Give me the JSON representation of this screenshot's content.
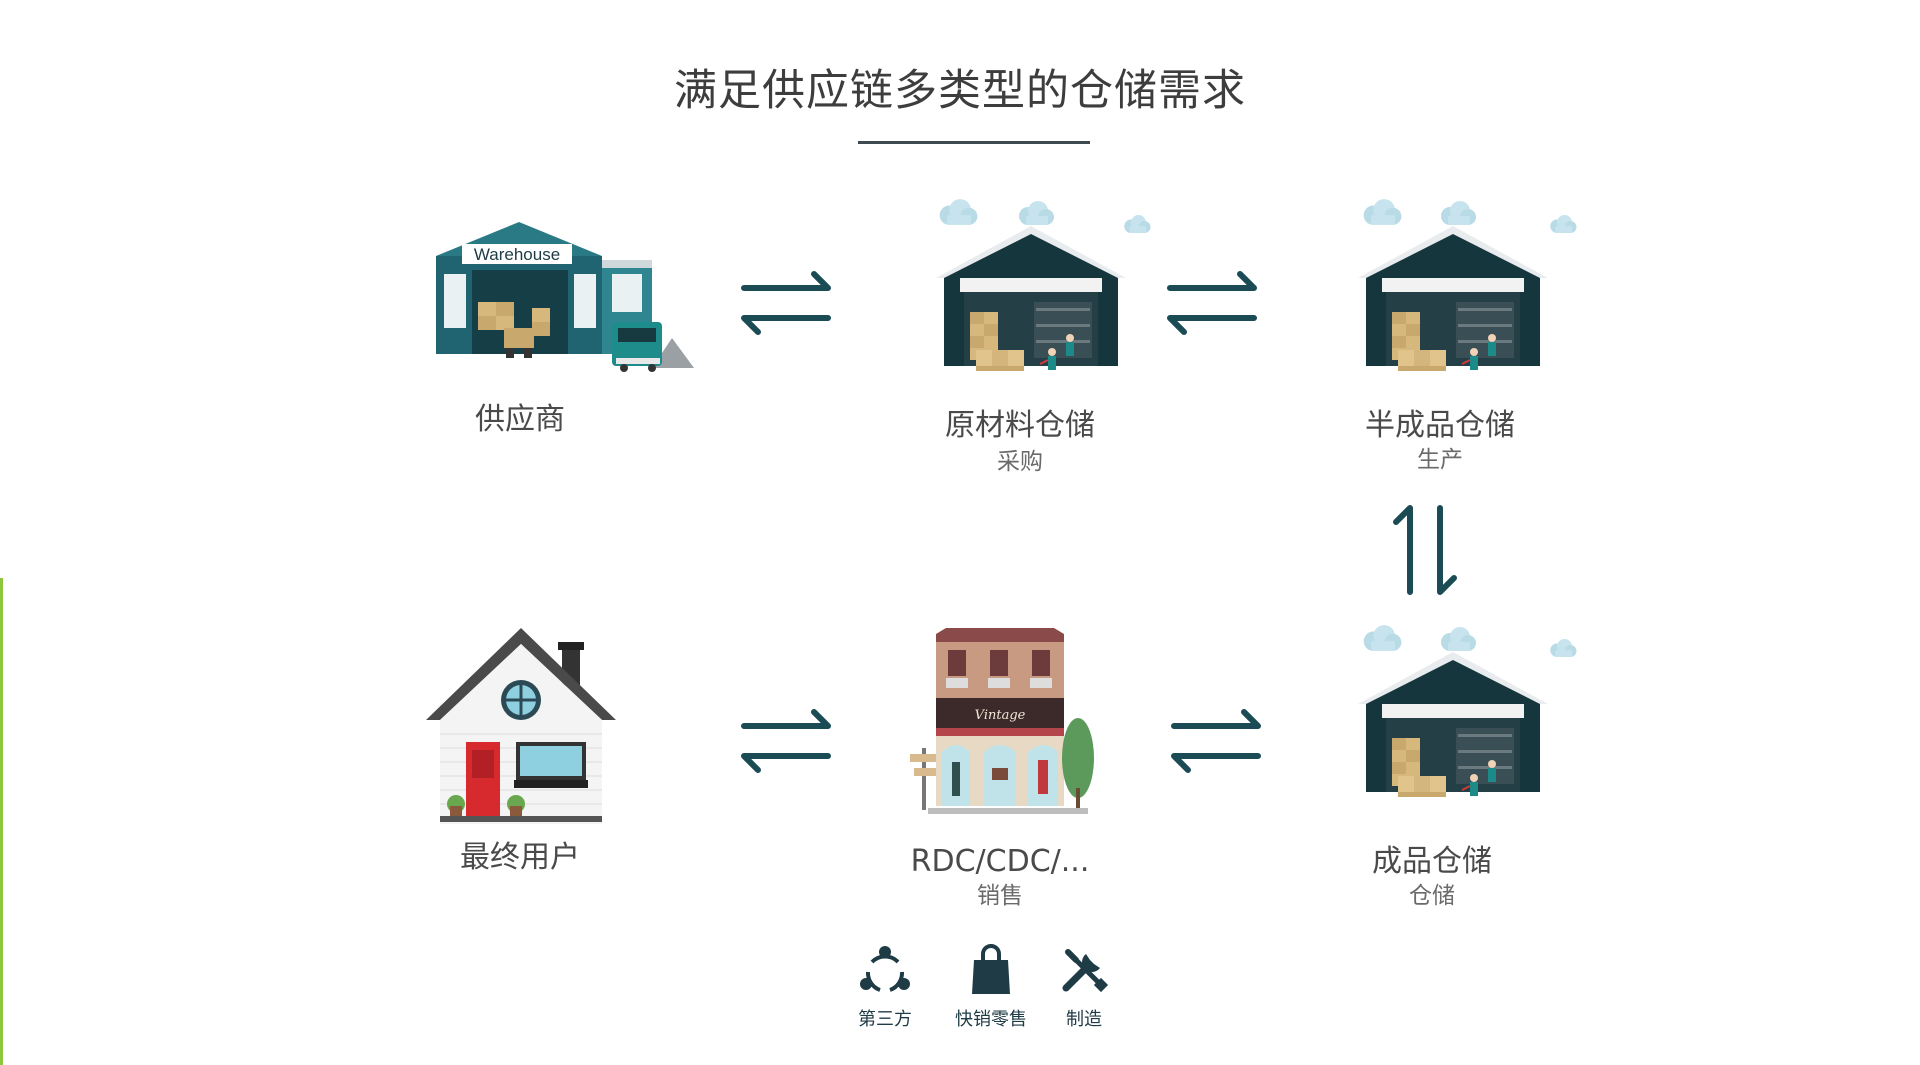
{
  "title": "满足供应链多类型的仓储需求",
  "colors": {
    "accent": "#1b4b55",
    "teal": "#2a7a85",
    "left_bar": "#8cc63f",
    "text": "#444444"
  },
  "nodes": {
    "supplier": {
      "label": "供应商",
      "sign": "Warehouse"
    },
    "raw": {
      "label": "原材料仓储",
      "sub": "采购"
    },
    "semi": {
      "label": "半成品仓储",
      "sub": "生产"
    },
    "finished": {
      "label": "成品仓储",
      "sub": "仓储"
    },
    "rdc": {
      "label": "RDC/CDC/...",
      "sub": "销售",
      "sign": "Vintage"
    },
    "enduser": {
      "label": "最终用户"
    }
  },
  "categories": [
    {
      "icon": "third-party-share-icon",
      "label": "第三方"
    },
    {
      "icon": "shopping-bag-icon",
      "label": "快销零售"
    },
    {
      "icon": "tools-icon",
      "label": "制造"
    }
  ]
}
